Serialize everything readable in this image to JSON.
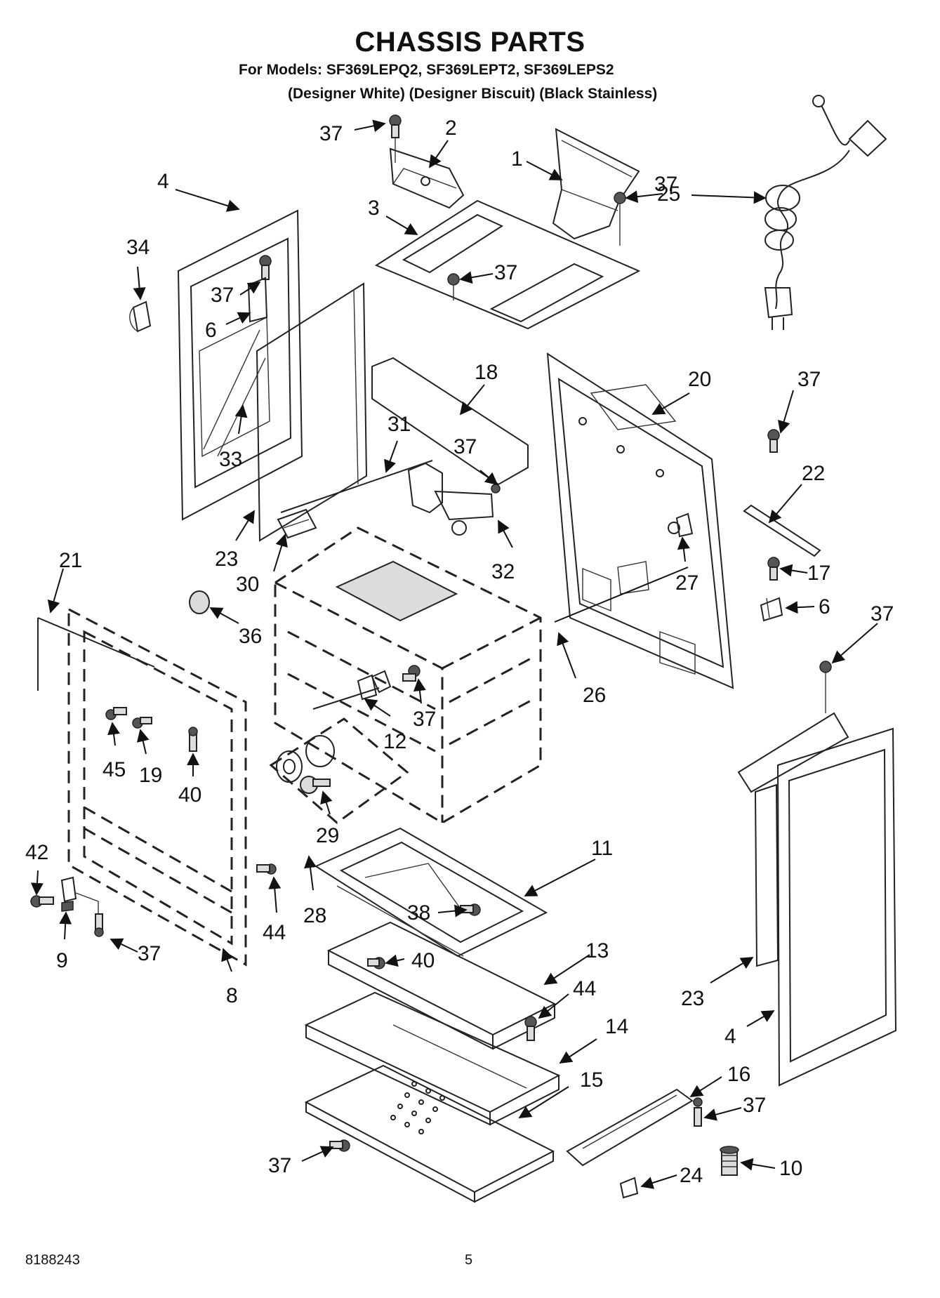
{
  "header": {
    "title": "CHASSIS PARTS",
    "models_line": "For Models: SF369LEPQ2, SF369LEPT2, SF369LEPS2",
    "colors_line": "(Designer White) (Designer Biscuit) (Black Stainless)"
  },
  "footer": {
    "doc_number": "8188243",
    "page_number": "5"
  },
  "callouts": [
    {
      "id": "c-37a",
      "label": "37"
    },
    {
      "id": "c-2",
      "label": "2"
    },
    {
      "id": "c-1",
      "label": "1"
    },
    {
      "id": "c-37b",
      "label": "37"
    },
    {
      "id": "c-25",
      "label": "25"
    },
    {
      "id": "c-4a",
      "label": "4"
    },
    {
      "id": "c-3",
      "label": "3"
    },
    {
      "id": "c-34",
      "label": "34"
    },
    {
      "id": "c-37c",
      "label": "37"
    },
    {
      "id": "c-37d",
      "label": "37"
    },
    {
      "id": "c-6a",
      "label": "6"
    },
    {
      "id": "c-18",
      "label": "18"
    },
    {
      "id": "c-20",
      "label": "20"
    },
    {
      "id": "c-37e",
      "label": "37"
    },
    {
      "id": "c-31",
      "label": "31"
    },
    {
      "id": "c-37f",
      "label": "37"
    },
    {
      "id": "c-33",
      "label": "33"
    },
    {
      "id": "c-22",
      "label": "22"
    },
    {
      "id": "c-23a",
      "label": "23"
    },
    {
      "id": "c-32",
      "label": "32"
    },
    {
      "id": "c-17",
      "label": "17"
    },
    {
      "id": "c-30",
      "label": "30"
    },
    {
      "id": "c-27",
      "label": "27"
    },
    {
      "id": "c-6b",
      "label": "6"
    },
    {
      "id": "c-21",
      "label": "21"
    },
    {
      "id": "c-36",
      "label": "36"
    },
    {
      "id": "c-37g",
      "label": "37"
    },
    {
      "id": "c-26",
      "label": "26"
    },
    {
      "id": "c-37h",
      "label": "37"
    },
    {
      "id": "c-12",
      "label": "12"
    },
    {
      "id": "c-45",
      "label": "45"
    },
    {
      "id": "c-19",
      "label": "19"
    },
    {
      "id": "c-40a",
      "label": "40"
    },
    {
      "id": "c-29",
      "label": "29"
    },
    {
      "id": "c-11",
      "label": "11"
    },
    {
      "id": "c-42",
      "label": "42"
    },
    {
      "id": "c-38",
      "label": "38"
    },
    {
      "id": "c-44a",
      "label": "44"
    },
    {
      "id": "c-28",
      "label": "28"
    },
    {
      "id": "c-9",
      "label": "9"
    },
    {
      "id": "c-37i",
      "label": "37"
    },
    {
      "id": "c-40b",
      "label": "40"
    },
    {
      "id": "c-13",
      "label": "13"
    },
    {
      "id": "c-8",
      "label": "8"
    },
    {
      "id": "c-44b",
      "label": "44"
    },
    {
      "id": "c-23b",
      "label": "23"
    },
    {
      "id": "c-14",
      "label": "14"
    },
    {
      "id": "c-4b",
      "label": "4"
    },
    {
      "id": "c-15",
      "label": "15"
    },
    {
      "id": "c-16",
      "label": "16"
    },
    {
      "id": "c-37j",
      "label": "37"
    },
    {
      "id": "c-37k",
      "label": "37"
    },
    {
      "id": "c-24",
      "label": "24"
    },
    {
      "id": "c-10",
      "label": "10"
    }
  ]
}
